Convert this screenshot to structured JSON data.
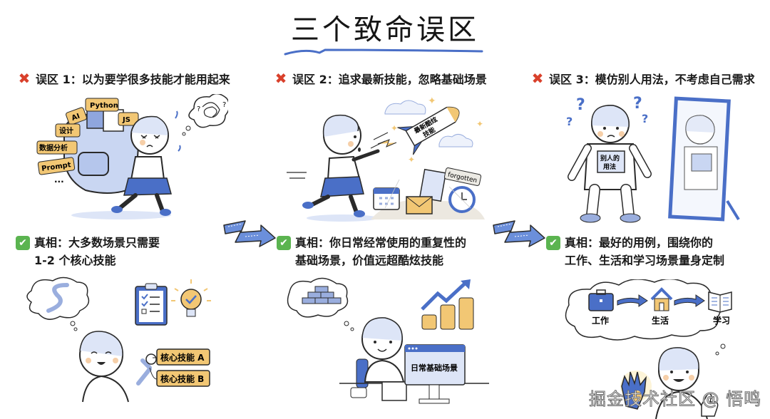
{
  "title": "三个致命误区",
  "colors": {
    "accent_blue": "#4a6fc7",
    "light_blue": "#c9d6f2",
    "tag_orange": "#f2c774",
    "cross_red": "#d9402b",
    "check_green": "#5bb450",
    "ink": "#1f1f1f"
  },
  "columns": [
    {
      "myth_label": "误区 1：以为要学很多技能才能用起来",
      "myth_icon": "cross-mark-icon",
      "truth_line1": "真相：大多数场景只需要",
      "truth_line2": "1-2 个核心技能",
      "truth_icon": "check-mark-icon",
      "top_illustration": {
        "tags": [
          "Python",
          "AI",
          "JS",
          "设计",
          "数据分析",
          "Prompt",
          "..."
        ],
        "thought": "tangled-scribble-with-question-marks"
      },
      "bottom_illustration": {
        "thought": "winding-path",
        "skills": [
          "核心技能 A",
          "核心技能 B"
        ],
        "icons": [
          "clipboard-checklist-icon",
          "lightbulb-check-icon",
          "wrench-icon"
        ]
      }
    },
    {
      "myth_label": "误区 2：追求最新技能，忽略基础场景",
      "myth_icon": "cross-mark-icon",
      "truth_line1": "真相：你日常经常使用的重复性的",
      "truth_line2": "基础场景，价值远超酷炫技能",
      "truth_icon": "check-mark-icon",
      "top_illustration": {
        "rocket_label_line1": "最新酷炫",
        "rocket_label_line2": "技能",
        "forgotten_tag": "forgotten",
        "items": [
          "calendar-icon",
          "notebook-icon",
          "envelope-icon",
          "clock-icon"
        ]
      },
      "bottom_illustration": {
        "thought": "stacked-bricks",
        "monitor_text": "日常基础场景",
        "icons": [
          "coin-stacks-icon",
          "trend-up-arrow-icon"
        ]
      }
    },
    {
      "myth_label": "误区 3：模仿别人用法，不考虑自己需求",
      "myth_icon": "cross-mark-icon",
      "truth_line1": "真相：最好的用例，围绕你的",
      "truth_line2": "工作、生活和学习场景量身定制",
      "truth_icon": "check-mark-icon",
      "top_illustration": {
        "suit_label_line1": "别人的",
        "suit_label_line2": "用法",
        "items": [
          "astronaut-suit",
          "mirror-icon",
          "question-marks"
        ]
      },
      "bottom_illustration": {
        "flow": [
          {
            "label": "工作",
            "icon": "briefcase-icon"
          },
          {
            "label": "生活",
            "icon": "house-icon"
          },
          {
            "label": "学习",
            "icon": "open-book-icon"
          }
        ],
        "icons": [
          "glove-fit-icon",
          "thumbs-up-icon"
        ]
      }
    }
  ],
  "watermark": "掘金技术社区 @ 悟鸣"
}
